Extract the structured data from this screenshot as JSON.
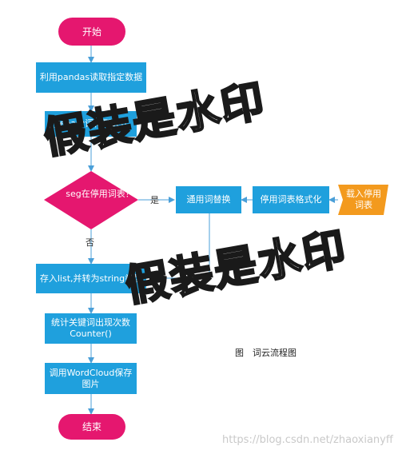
{
  "nodes": {
    "start": "开始",
    "read_data": "利用pandas读取指定数据",
    "jieba": "Jieba分词得到seg",
    "decision": "seg在停用词表？",
    "replace": "通用词替换",
    "format": "停用词表格式化",
    "load_stop": "载入停用词表",
    "store_list": "存入list,并转为string类型",
    "count": "统计关键词出现次数Counter()",
    "wordcloud": "调用WordCloud保存图片",
    "end": "结束"
  },
  "edges": {
    "yes": "是",
    "no": "否"
  },
  "caption": "图　词云流程图",
  "watermark_text": "假装是水印",
  "site_watermark": "https://blog.csdn.net/zhaoxianyff",
  "colors": {
    "process": "#1fa0dd",
    "terminal": "#e5176f",
    "input": "#f39a1e",
    "arrow": "#4a9fd8"
  }
}
